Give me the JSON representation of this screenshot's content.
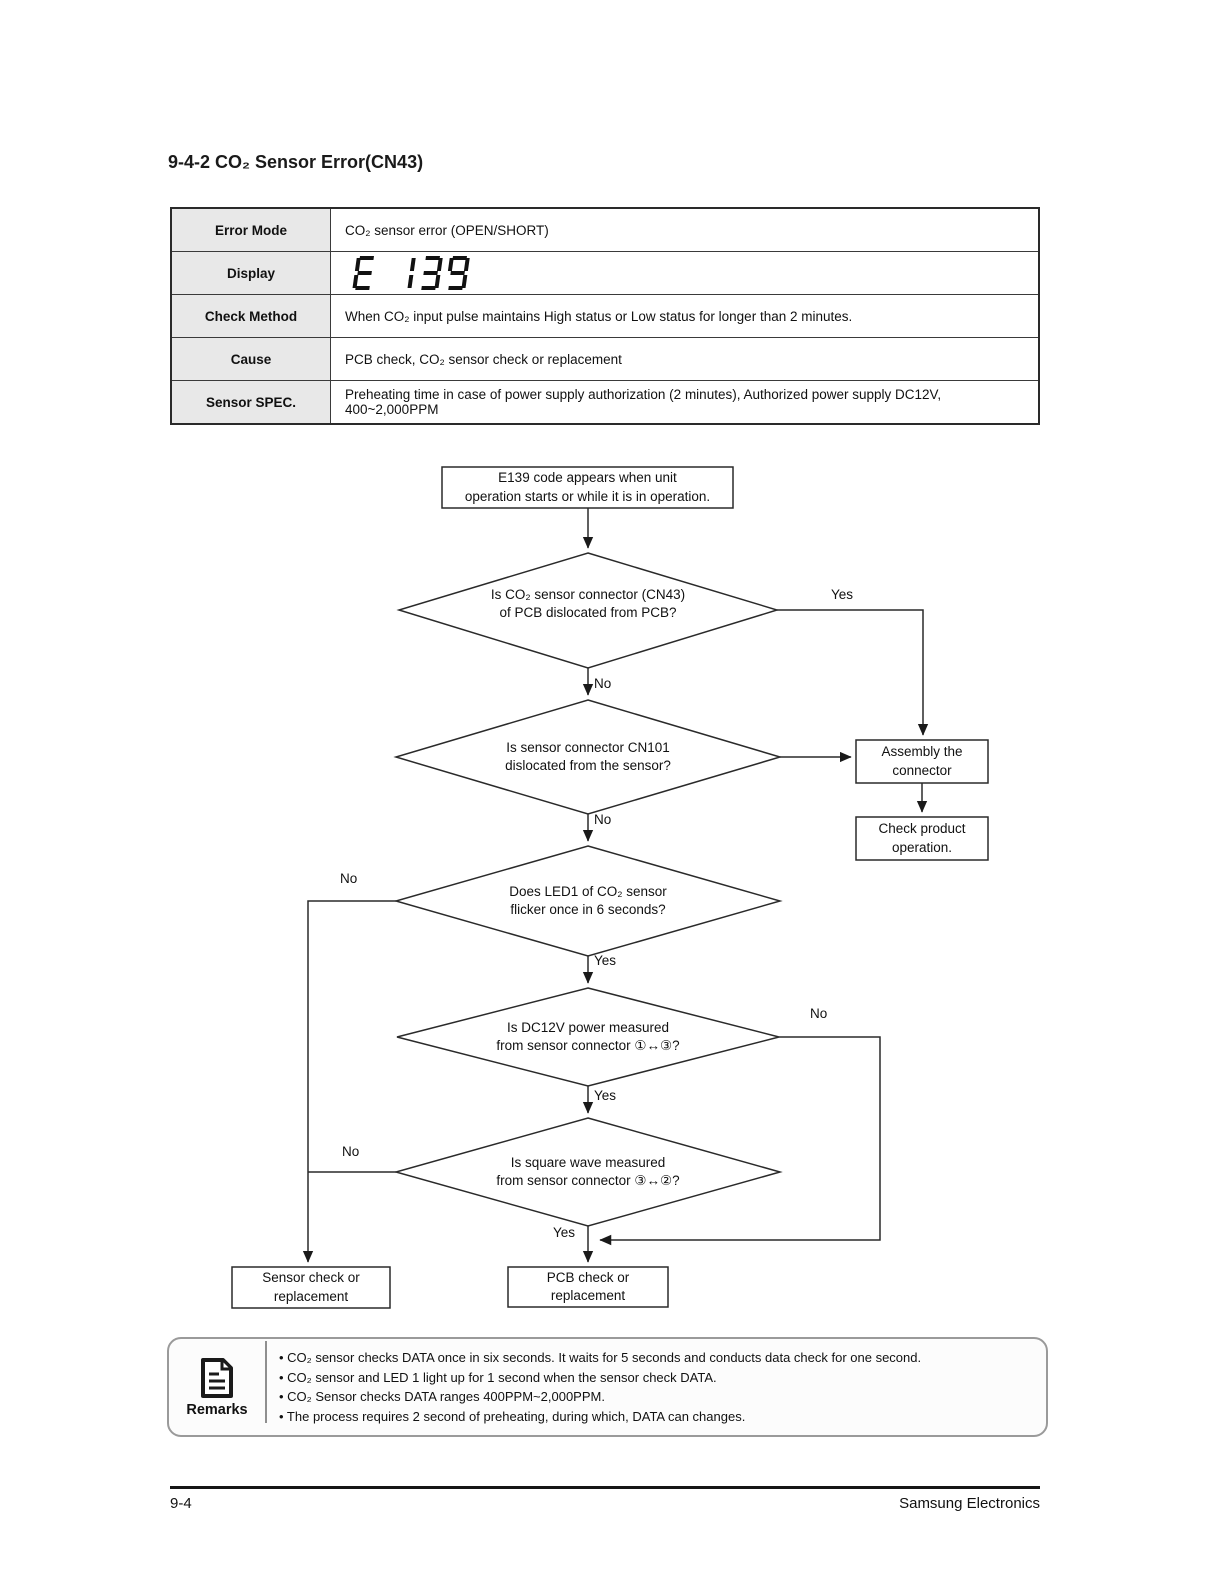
{
  "page": {
    "title": "9-4-2 CO₂ Sensor Error(CN43)",
    "footer_left": "9-4",
    "footer_right": "Samsung Electronics"
  },
  "colors": {
    "text": "#111111",
    "line": "#2a2a2a",
    "table_label_bg": "#e8e8e8",
    "remarks_border": "#9a9a9a"
  },
  "table": {
    "rows": [
      {
        "label": "Error Mode",
        "value": "CO₂ sensor error (OPEN/SHORT)"
      },
      {
        "label": "Display",
        "display_code": "E 139"
      },
      {
        "label": "Check Method",
        "value": "When CO₂ input pulse maintains High status or Low status for longer than 2 minutes."
      },
      {
        "label": "Cause",
        "value": "PCB check, CO₂ sensor check or replacement"
      },
      {
        "label": "Sensor SPEC.",
        "value": "Preheating time in case of power supply authorization (2 minutes), Authorized power supply DC12V, 400~2,000PPM"
      }
    ]
  },
  "flowchart": {
    "start": "E139 code appears when unit\noperation starts or while it is in operation.",
    "d1": "Is CO₂ sensor connector (CN43)\nof PCB dislocated from PCB?",
    "d2": "Is sensor connector CN101\ndislocated from the sensor?",
    "d3": "Does LED1 of CO₂ sensor\nflicker once in 6 seconds?",
    "d4": "Is DC12V power measured\nfrom sensor connector ①↔③?",
    "d5": "Is square wave measured\nfrom sensor connector ③↔②?",
    "assembly": "Assembly the\nconnector",
    "check_product": "Check product\noperation.",
    "sensor_check": "Sensor check or\nreplacement",
    "pcb_check": "PCB check or replacement",
    "labels": {
      "yes1": "Yes",
      "no1": "No",
      "no2": "No",
      "no3": "No",
      "yes3": "Yes",
      "no4": "No",
      "yes4": "Yes",
      "no5": "No",
      "yes5": "Yes"
    }
  },
  "remarks": {
    "label": "Remarks",
    "icon": "note-icon",
    "items": [
      "• CO₂ sensor checks DATA once in six seconds. It waits for 5 seconds and conducts data check for one second.",
      "• CO₂ sensor and LED 1 light up for 1 second when the sensor check DATA.",
      "• CO₂ Sensor checks DATA ranges 400PPM~2,000PPM.",
      "• The process requires 2 second of preheating, during which, DATA can changes."
    ]
  }
}
